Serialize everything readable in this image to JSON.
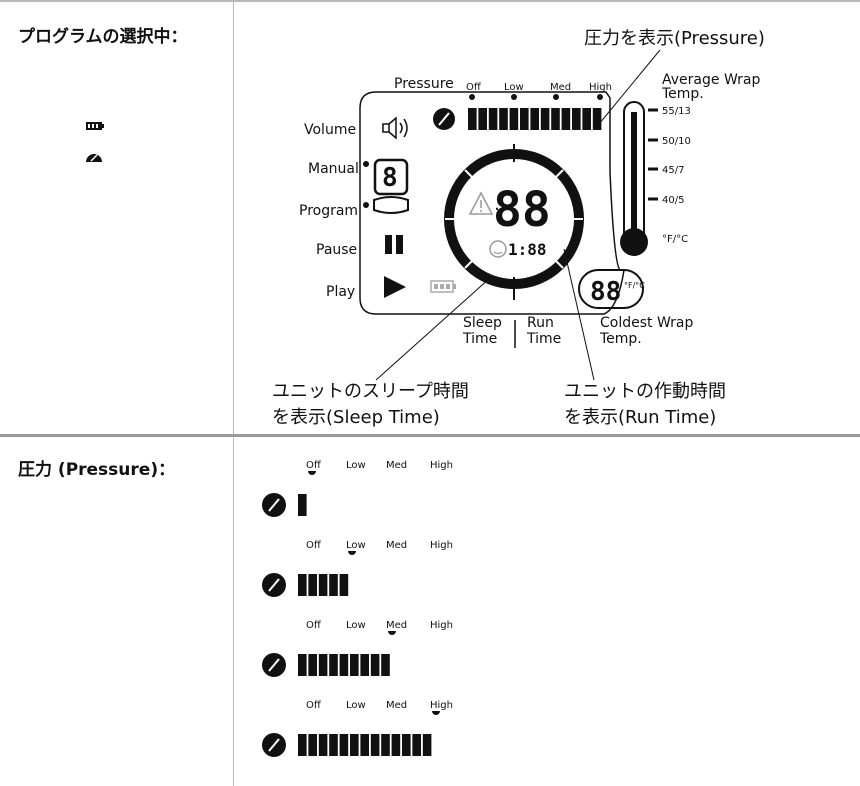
{
  "sections": {
    "program": {
      "label": "プログラムの選択中："
    },
    "pressure": {
      "label": "圧力 (Pressure)："
    }
  },
  "lcd": {
    "callouts": {
      "pressure": "圧力を表示(Pressure)",
      "sleep_line1": "ユニットのスリープ時間",
      "sleep_line2": "を表示(Sleep Time)",
      "run_line1": "ユニットの作動時間",
      "run_line2": "を表示(Run Time)"
    },
    "pressure_title": "Pressure",
    "levels": [
      "Off",
      "Low",
      "Med",
      "High"
    ],
    "left_labels": [
      "Volume",
      "Manual",
      "Program",
      "Pause",
      "Play"
    ],
    "program_digit": "8",
    "main_digits": "88",
    "sleep_digits": "1:88",
    "coldest_digits": "88",
    "coldest_units": "°F/°C",
    "sleep_time": "Sleep\nTime",
    "sleep_time_l1": "Sleep",
    "sleep_time_l2": "Time",
    "run_time_l1": "Run",
    "run_time_l2": "Time",
    "coldest_l1": "Coldest Wrap",
    "coldest_l2": "Temp.",
    "average_l1": "Average Wrap",
    "average_l2": "Temp.",
    "temp_ticks": [
      "55/13",
      "50/10",
      "45/7",
      "40/5"
    ],
    "temp_unit": "°F/°C"
  },
  "pressure_examples": [
    {
      "level": "Off",
      "bars": 1
    },
    {
      "level": "Low",
      "bars": 5
    },
    {
      "level": "Med",
      "bars": 9
    },
    {
      "level": "High",
      "bars": 13
    }
  ],
  "pressure_level_labels": [
    "Off",
    "Low",
    "Med",
    "High"
  ]
}
